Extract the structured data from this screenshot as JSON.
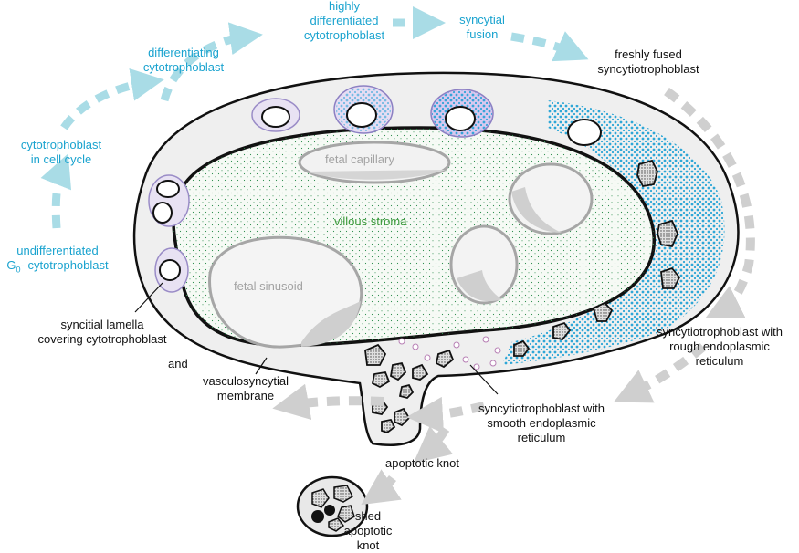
{
  "labels": {
    "undifferentiated_line1": "undifferentiated",
    "undifferentiated_line2_prefix": "G",
    "undifferentiated_line2_sub": "0",
    "undifferentiated_line2_suffix": "- cytotrophoblast",
    "cell_cycle_line1": "cytotrophoblast",
    "cell_cycle_line2": "in cell cycle",
    "differentiating_line1": "differentiating",
    "differentiating_line2": "cytotrophoblast",
    "highly_line1": "highly",
    "highly_line2": "differentiated",
    "highly_line3": "cytotrophoblast",
    "fusion_line1": "syncytial",
    "fusion_line2": "fusion",
    "freshly_line1": "freshly fused",
    "freshly_line2": "syncytiotrophoblast",
    "rough_line1": "syncytiotrophoblast with",
    "rough_line2": "rough endoplasmic",
    "rough_line3": "reticulum",
    "smooth_line1": "syncytiotrophoblast with",
    "smooth_line2": "smooth endoplasmic",
    "smooth_line3": "reticulum",
    "apoptotic_knot": "apoptotic knot",
    "shed_line1": "shed",
    "shed_line2": "apoptotic",
    "shed_line3": "knot",
    "lamella_line1": "syncitial lamella",
    "lamella_line2": "covering cytotrophoblast",
    "and": "and",
    "vasculo_line1": "vasculosyncytial",
    "vasculo_line2": "membrane",
    "villous_stroma": "villous stroma",
    "fetal_capillary": "fetal capillary",
    "fetal_sinusoid": "fetal sinusoid"
  },
  "colors": {
    "progenitor_text": "#1aa3cf",
    "syncytium_text": "#111111",
    "stroma_text": "#3c9a3c",
    "vessel_text": "#a3a3a3",
    "arrow_blue": "#a9dce6",
    "arrow_gray": "#cfcfcf",
    "rough_er_dots": "#1a9fd4"
  }
}
